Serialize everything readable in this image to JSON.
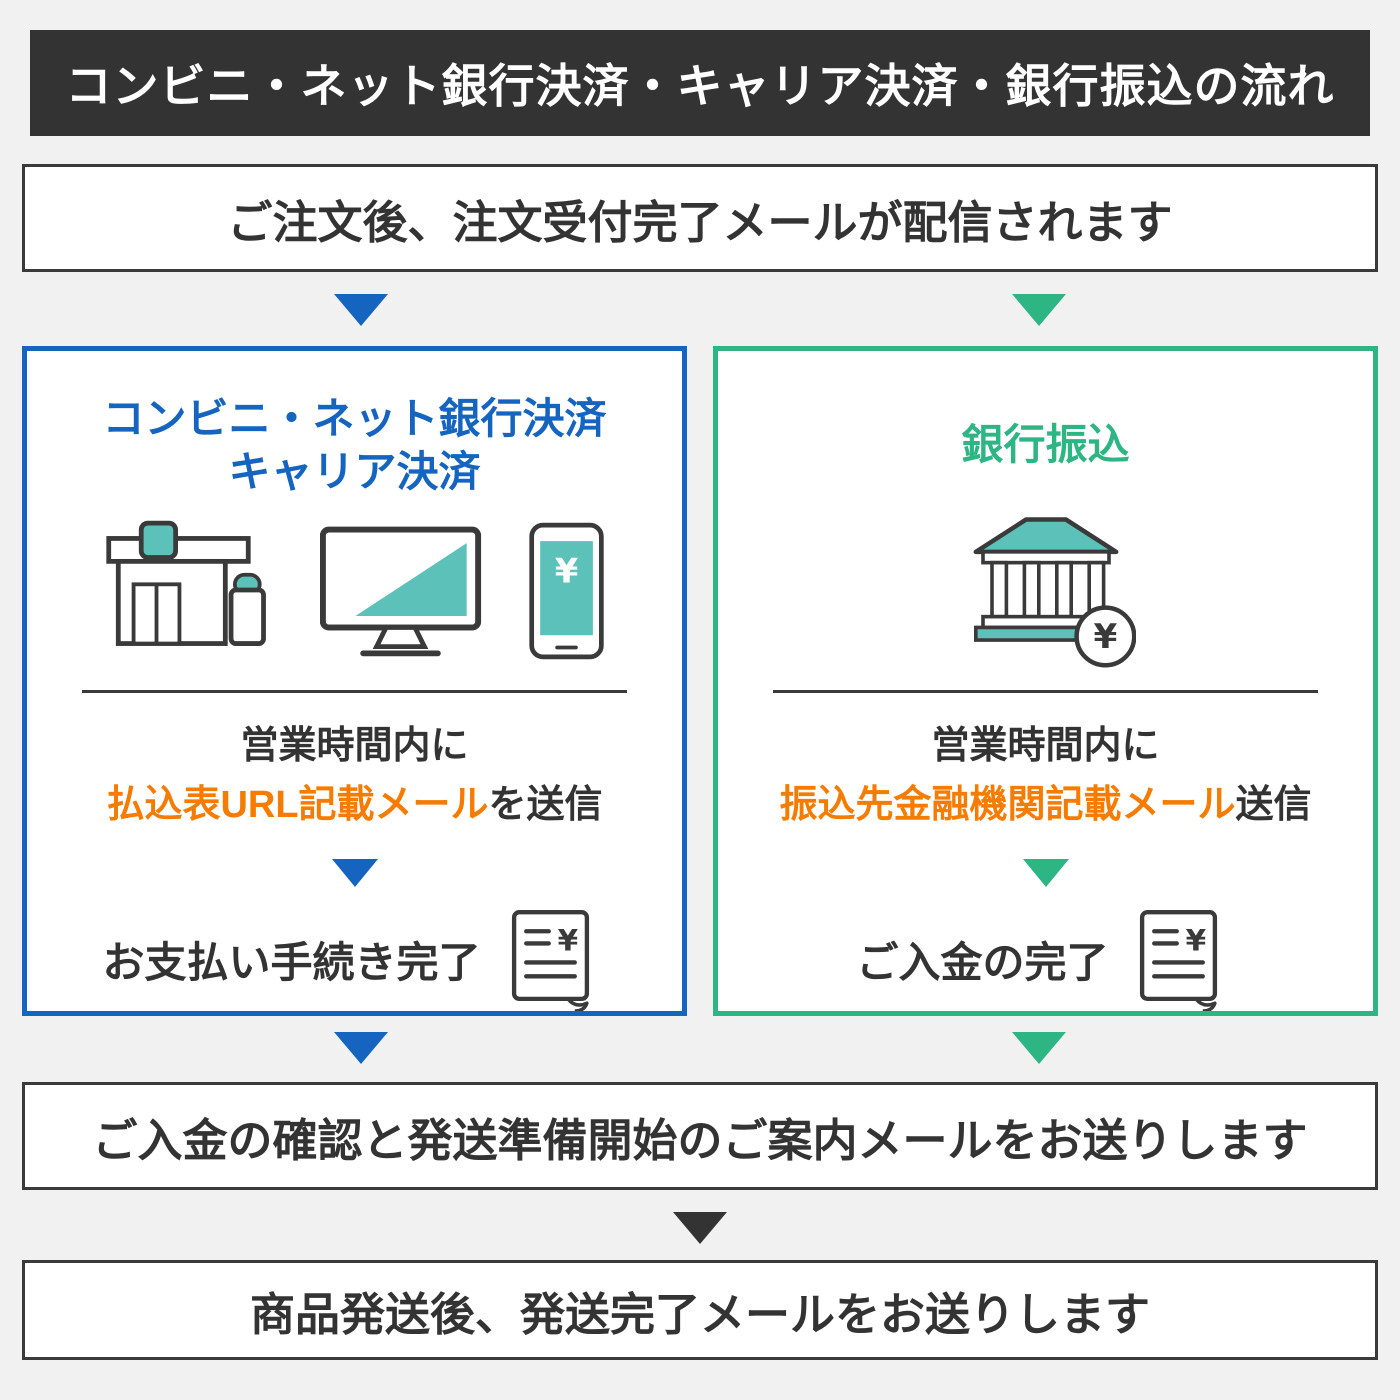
{
  "header": {
    "title": "コンビニ・ネット銀行決済・キャリア決済・銀行振込の流れ"
  },
  "flow": {
    "step_order": "ご注文後、注文受付完了メールが配信されます",
    "step_confirm": "ご入金の確認と発送準備開始のご案内メールをお送りします",
    "step_ship": "商品発送後、発送完了メールをお送りします"
  },
  "left_panel": {
    "title_line1": "コンビニ・ネット銀行決済",
    "title_line2": "キャリア決済",
    "notice_line1": "営業時間内に",
    "notice_highlight": "払込表URL記載メール",
    "notice_suffix": "を送信",
    "complete_label": "お支払い手続き完了",
    "icons": [
      "convenience-store-icon",
      "computer-icon",
      "smartphone-icon",
      "receipt-icon"
    ]
  },
  "right_panel": {
    "title": "銀行振込",
    "notice_line1": "営業時間内に",
    "notice_highlight": "振込先金融機関記載メール",
    "notice_suffix": "送信",
    "complete_label": "ご入金の完了",
    "icons": [
      "bank-icon",
      "receipt-icon"
    ]
  },
  "symbols": {
    "yen": "¥"
  },
  "colors": {
    "blue": "#1565c0",
    "green": "#2eb584",
    "orange": "#f57c00",
    "dark": "#333333",
    "teal": "#5cc1b9",
    "background": "#f1f1f1"
  }
}
